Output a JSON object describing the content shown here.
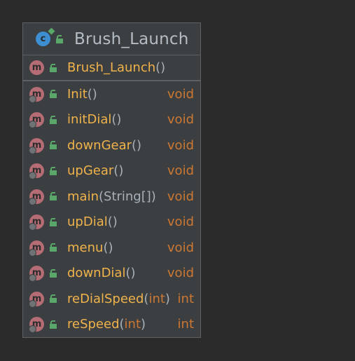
{
  "class": {
    "name": "Brush_Launch",
    "icon": "class-c-icon",
    "constructor": {
      "name": "Brush_Launch",
      "params": "()"
    },
    "methods": [
      {
        "name": "Init",
        "params": "()",
        "return": "void"
      },
      {
        "name": "initDial",
        "params": " ()",
        "return": "void"
      },
      {
        "name": "downGear",
        "params": "()",
        "return": "void"
      },
      {
        "name": "upGear",
        "params": "()",
        "return": "void"
      },
      {
        "name": "main",
        "params_open": "(",
        "param_type": "String[]",
        "params_close": ")",
        "return": "void"
      },
      {
        "name": "upDial",
        "params": " ()",
        "return": "void"
      },
      {
        "name": "menu",
        "params": "()",
        "return": "void"
      },
      {
        "name": "downDial",
        "params": " ()",
        "return": "void"
      },
      {
        "name": "reDialSpeed",
        "params_open": "(",
        "param_type": "int",
        "params_close": ")",
        "return": "int"
      },
      {
        "name": "reSpeed",
        "params_open": "(",
        "param_type": "int",
        "params_close": ")",
        "return": "int"
      }
    ]
  },
  "colors": {
    "background": "#2b2b2b",
    "box": "#3c3f41",
    "method_name": "#f0b34b",
    "return_type": "#cc7832",
    "method_icon": "#b56c74",
    "lock": "#59a869",
    "class_icon": "#3d8fd1"
  }
}
